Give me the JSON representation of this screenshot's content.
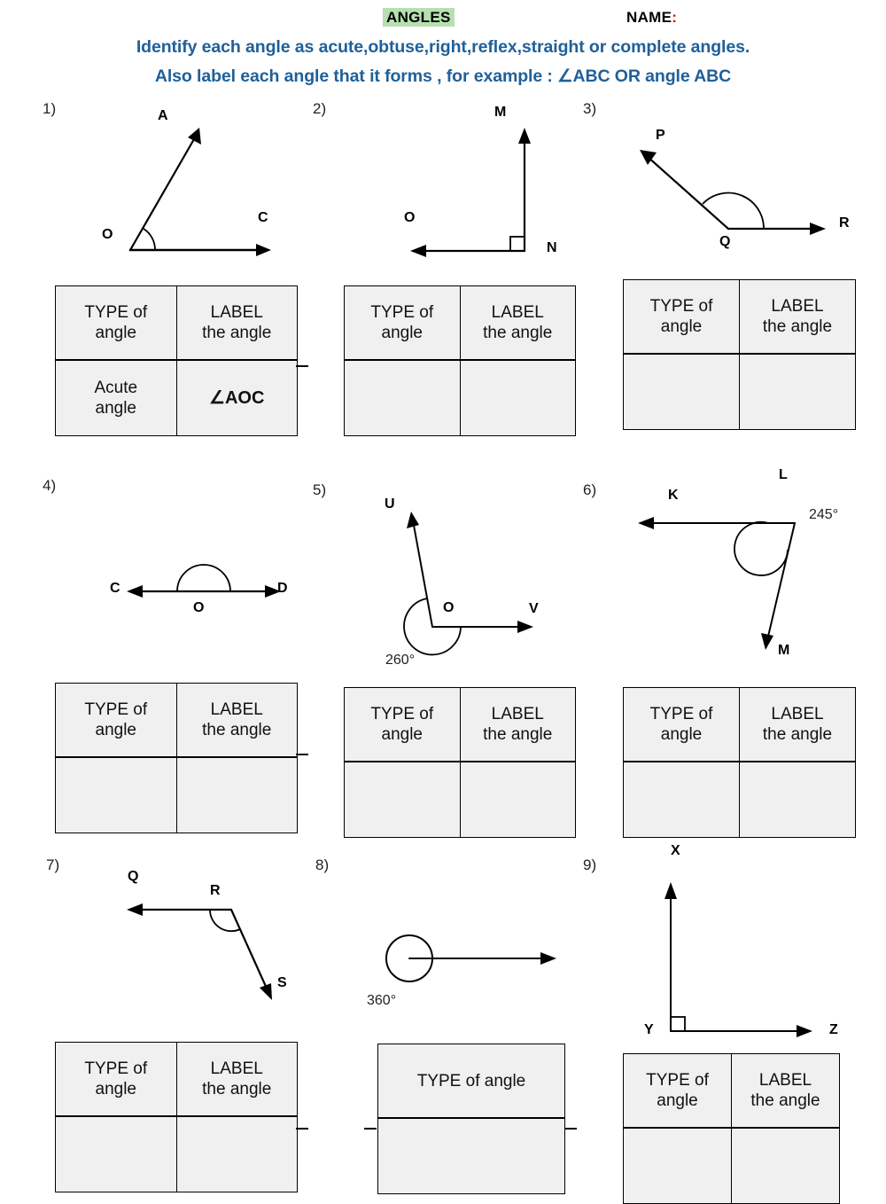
{
  "header": {
    "title": "ANGLES",
    "name_label": "NAME",
    "name_colon": ":",
    "title_highlight_color": "#b6e0b0",
    "colon_color": "#cc0000"
  },
  "instructions": {
    "line1": "Identify each angle as acute,obtuse,right,reflex,straight or complete angles.",
    "line2": "Also label each angle that it forms , for example : ∠ABC OR angle ABC",
    "color": "#1f6099"
  },
  "table_headers": {
    "type": "TYPE of",
    "type_second": "angle",
    "type_single_line": "TYPE of angle",
    "label": "LABEL",
    "label_second": "the angle"
  },
  "problems": [
    {
      "number": "1)",
      "points": {
        "vertex": "O",
        "ray1": "A",
        "ray2": "C"
      },
      "degree": "",
      "marker": "arc",
      "answer_type_line1": "Acute",
      "answer_type_line2": "angle",
      "answer_label": "∠AOC",
      "table_columns": 2
    },
    {
      "number": "2)",
      "points": {
        "vertex": "N",
        "ray1": "M",
        "ray2": "O"
      },
      "degree": "",
      "marker": "right-angle-square",
      "answer_type_line1": "",
      "answer_type_line2": "",
      "answer_label": "",
      "table_columns": 2
    },
    {
      "number": "3)",
      "points": {
        "vertex": "Q",
        "ray1": "P",
        "ray2": "R"
      },
      "degree": "",
      "marker": "arc",
      "answer_type_line1": "",
      "answer_type_line2": "",
      "answer_label": "",
      "table_columns": 2
    },
    {
      "number": "4)",
      "points": {
        "vertex": "O",
        "ray1": "C",
        "ray2": "D"
      },
      "degree": "",
      "marker": "semicircle-arc",
      "answer_type_line1": "",
      "answer_type_line2": "",
      "answer_label": "",
      "table_columns": 2
    },
    {
      "number": "5)",
      "points": {
        "vertex": "O",
        "ray1": "U",
        "ray2": "V"
      },
      "degree": "260°",
      "marker": "reflex-arc",
      "answer_type_line1": "",
      "answer_type_line2": "",
      "answer_label": "",
      "table_columns": 2
    },
    {
      "number": "6)",
      "points": {
        "vertex": "L",
        "ray1": "K",
        "ray2": "M"
      },
      "degree": "245°",
      "marker": "reflex-arc",
      "answer_type_line1": "",
      "answer_type_line2": "",
      "answer_label": "",
      "table_columns": 2
    },
    {
      "number": "7)",
      "points": {
        "vertex": "R",
        "ray1": "Q",
        "ray2": "S"
      },
      "degree": "",
      "marker": "arc",
      "answer_type_line1": "",
      "answer_type_line2": "",
      "answer_label": "",
      "table_columns": 2
    },
    {
      "number": "8)",
      "points": {
        "vertex": "",
        "ray1": "",
        "ray2": ""
      },
      "degree": "360°",
      "marker": "full-circle",
      "answer_type_line1": "",
      "answer_type_line2": "",
      "answer_label": "",
      "table_columns": 1
    },
    {
      "number": "9)",
      "points": {
        "vertex": "Y",
        "ray1": "X",
        "ray2": "Z"
      },
      "degree": "",
      "marker": "right-angle-square",
      "answer_type_line1": "",
      "answer_type_line2": "",
      "answer_label": "",
      "table_columns": 2
    }
  ]
}
